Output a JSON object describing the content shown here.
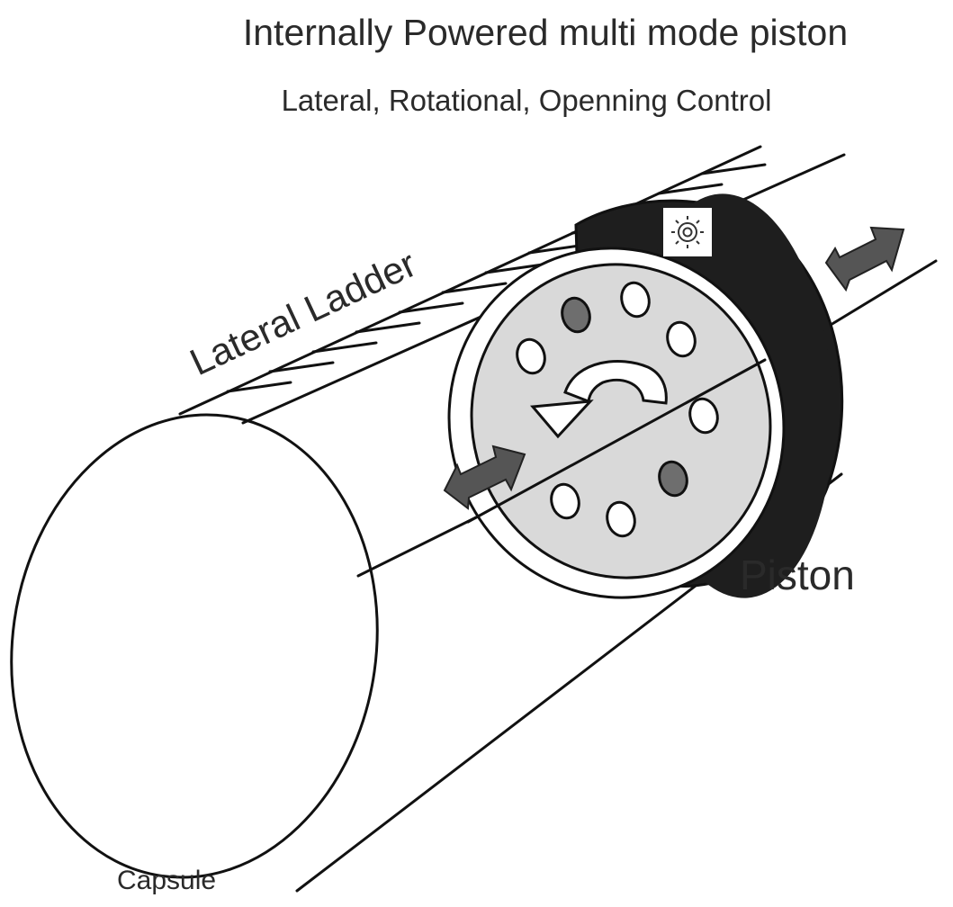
{
  "title": "Internally Powered multi mode piston",
  "subtitle": "Lateral, Rotational, Openning Control",
  "labels": {
    "lateral_ladder": "Lateral Ladder",
    "piston": "Piston",
    "capsule": "Capsule"
  },
  "icons": {
    "motor": "gear-icon",
    "lateral_motion": "double-arrow-icon",
    "rotation": "rotation-arrow-icon"
  },
  "colors": {
    "outline": "#111111",
    "piston_body": "#1e1e1e",
    "piston_face": "#d9d9d9",
    "arrow": "#555555",
    "hole_filled": "#6e6e6e",
    "hole_open": "#ffffff",
    "text": "#2a2a2a"
  }
}
